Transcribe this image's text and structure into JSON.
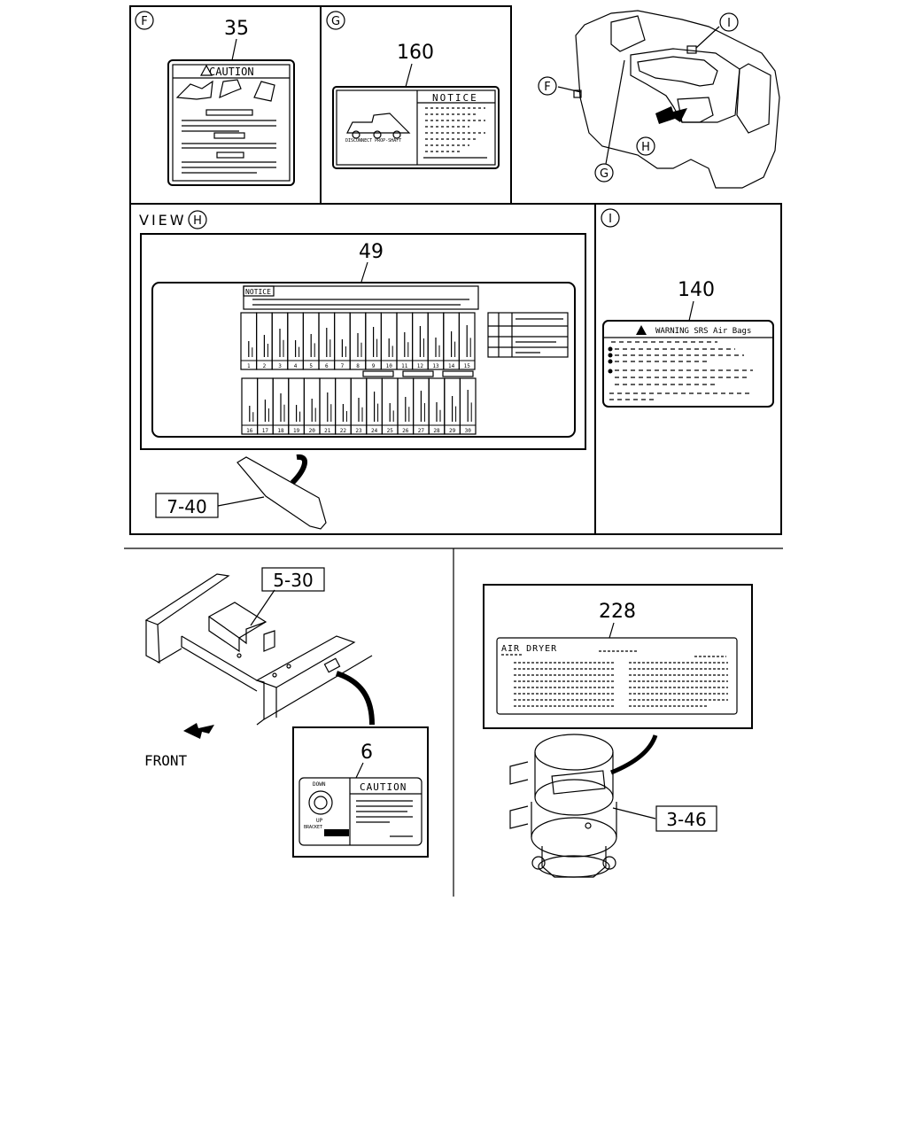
{
  "panels": {
    "F": {
      "letter": "F",
      "part": "35",
      "label_heading": "CAUTION"
    },
    "G": {
      "letter": "G",
      "part": "160",
      "label_heading": "NOTICE",
      "label_caption": "DISCONNECT PROP-SHAFT"
    },
    "overview": {
      "callouts": [
        "I",
        "F",
        "H",
        "G"
      ]
    },
    "viewH": {
      "title": "VIEW",
      "letter": "H",
      "part": "49",
      "notice": "NOTICE",
      "ref": "7-40",
      "fuse_numbers_top": [
        "1",
        "2",
        "3",
        "4",
        "5",
        "6",
        "7",
        "8",
        "9",
        "10",
        "11",
        "12",
        "13",
        "14",
        "15"
      ],
      "fuse_numbers_bottom": [
        "16",
        "17",
        "18",
        "19",
        "20",
        "21",
        "22",
        "23",
        "24",
        "25",
        "26",
        "27",
        "28",
        "29",
        "30"
      ]
    },
    "I": {
      "letter": "I",
      "part": "140",
      "label_heading": "WARNING SRS Air Bags"
    },
    "frame": {
      "ref": "5-30",
      "direction": "FRONT"
    },
    "label6": {
      "part": "6",
      "heading": "CAUTION",
      "down": "DOWN",
      "up": "UP",
      "bracket": "BRACKET"
    },
    "airdryer": {
      "part": "228",
      "heading": "AIR DRYER",
      "ref": "3-46"
    }
  }
}
